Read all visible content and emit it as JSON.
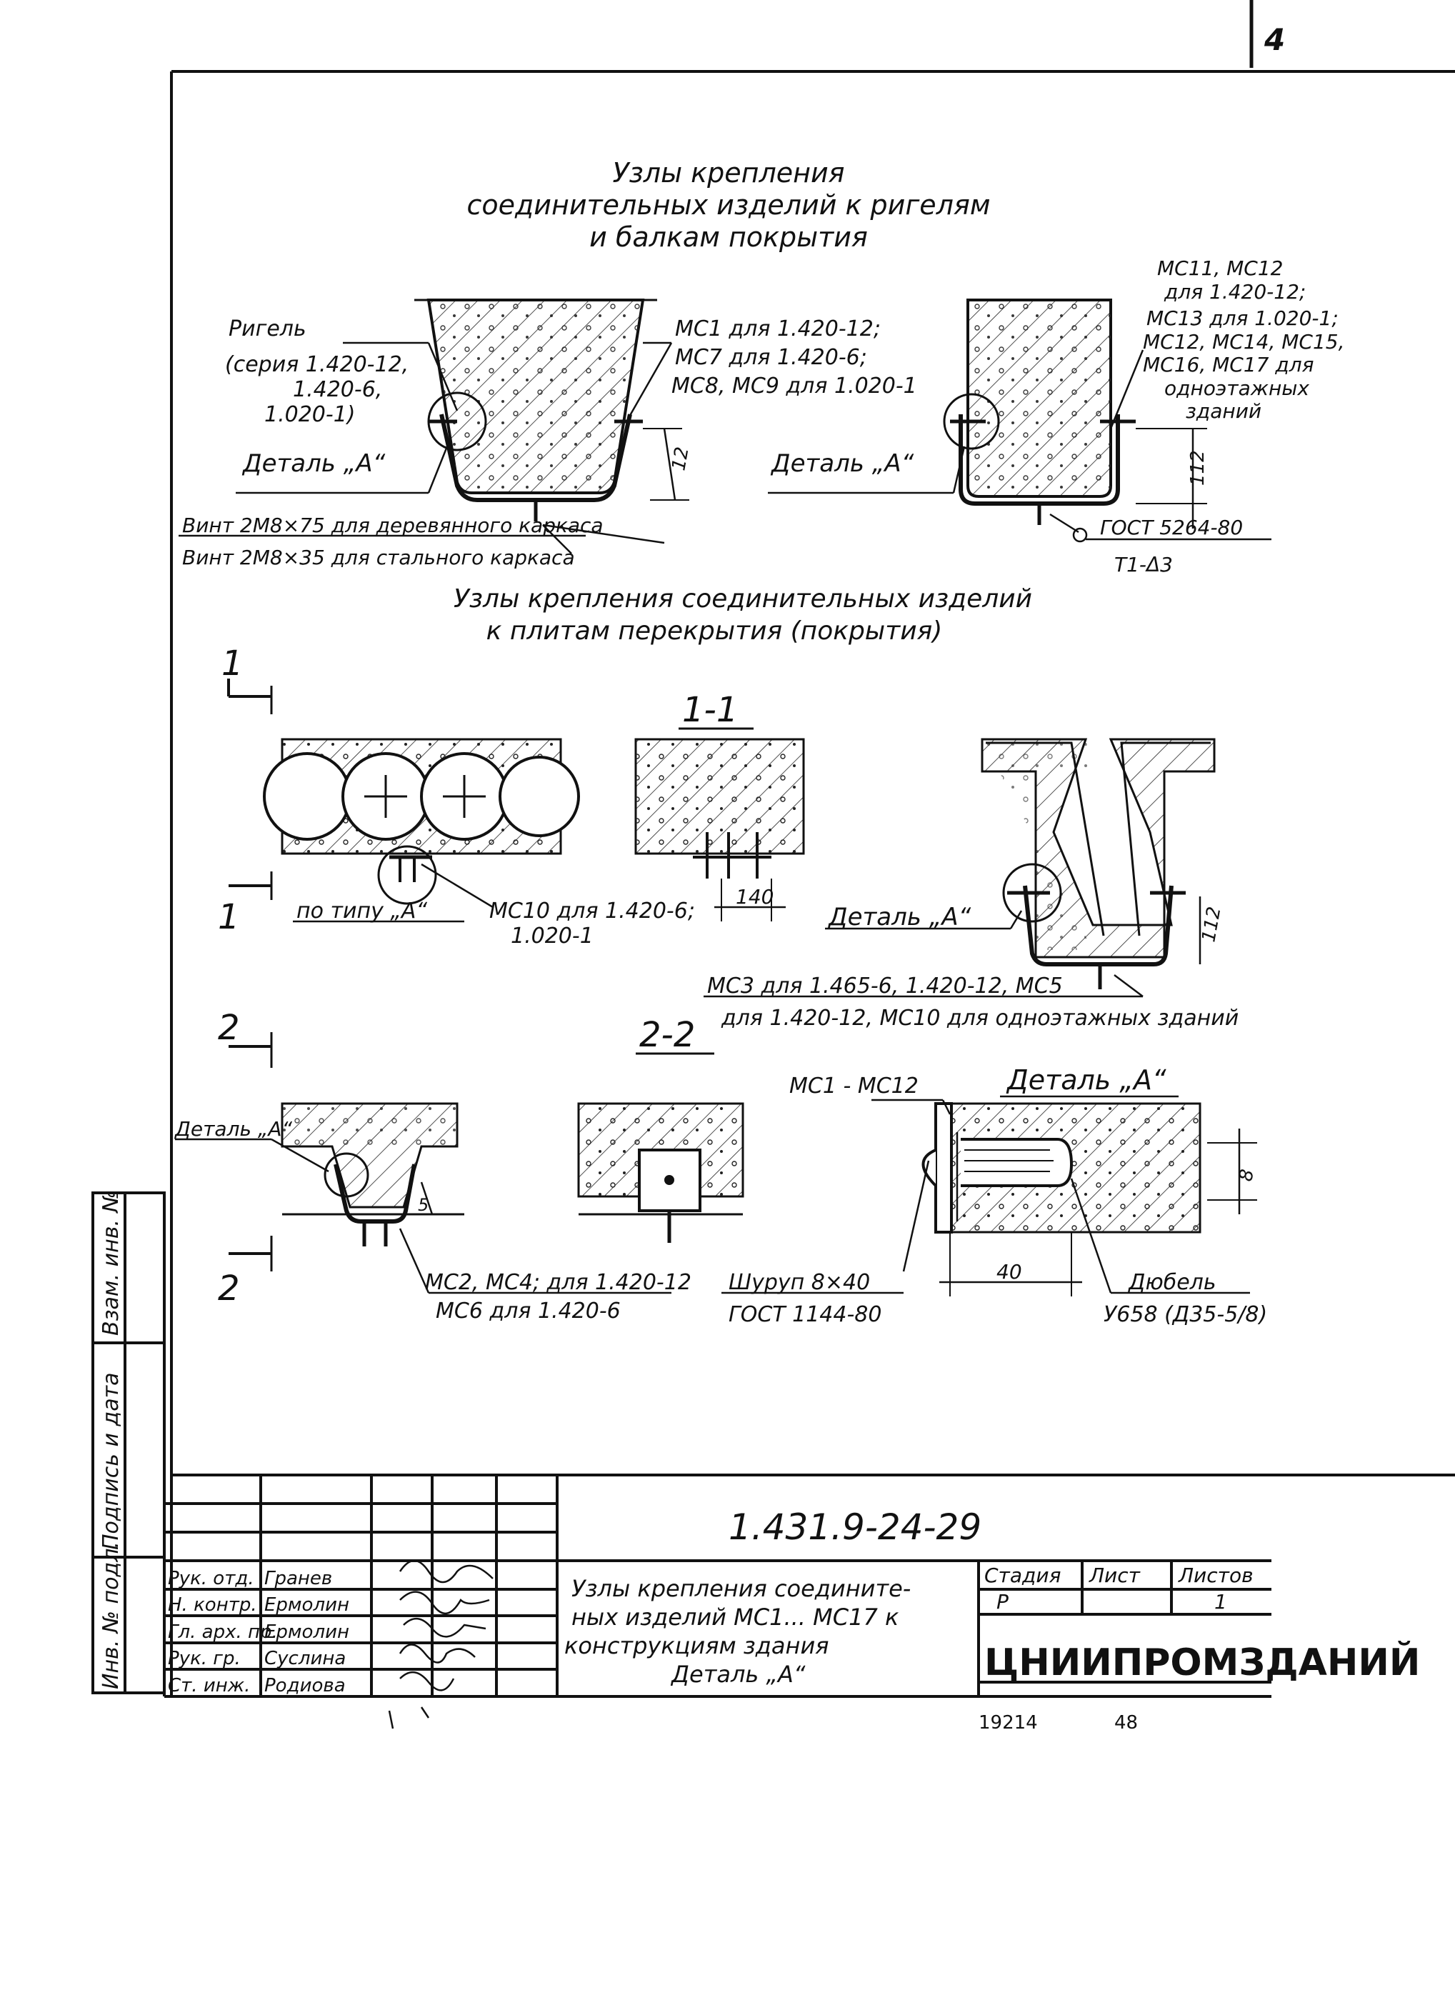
{
  "sheet": {
    "corner_text": "4",
    "title_part1": {
      "line1": "Узлы крепления",
      "line2": "соединительных изделий к ригелям",
      "line3": "и балкам покрытия"
    },
    "left_beam": {
      "label_rigel": "Ригель",
      "series1": "(серия 1.420-12,",
      "series2": "1.420-6,",
      "series3": "1.020-1)",
      "detail": "Деталь „А“",
      "mark1": "МС1 для 1.420-12;",
      "mark2": "МС7 для 1.420-6;",
      "mark3": "МС8, МС9 для 1.020-1",
      "dim": "12",
      "screw1": "Винт 2М8×75 для деревянного каркаса",
      "screw2": "Винт 2М8×35 для стального каркаса"
    },
    "right_beam": {
      "mark1": "МС11, МС12",
      "mark2": "для 1.420-12;",
      "mark3": "МС13 для 1.020-1;",
      "mark4": "МС12, МС14, МС15,",
      "mark5": "МС16, МС17 для",
      "mark6": "одноэтажных",
      "mark7": "зданий",
      "detail": "Деталь „А“",
      "dim": "112",
      "gost1": "ГОСТ 5264-80",
      "gost2": "Т1-Δ3"
    },
    "title_part2": {
      "line1": "Узлы крепления соединительных изделий",
      "line2": "к плитам перекрытия (покрытия)"
    },
    "section_1": {
      "mark_top": "1",
      "mark_bottom": "1",
      "title": "1-1",
      "by_type": "по типу „А“",
      "mark1": "МС10 для 1.420-6;",
      "mark2": "1.020-1",
      "dim": "140",
      "detail": "Деталь „А“",
      "dim_right": "112",
      "mark3": "МС3 для 1.465-6, 1.420-12, МС5",
      "mark4": "для 1.420-12, МС10 для одноэтажных зданий"
    },
    "section_2": {
      "mark_top": "2",
      "mark_bottom": "2",
      "title": "2-2",
      "detail_left": "Деталь „А“",
      "dim": "5",
      "mark1": "МС2, МС4; для 1.420-12",
      "mark2": "МС6 для 1.420-6",
      "range": "МС1 - МС12",
      "detail_title": "Деталь „А“",
      "dim_right": "8",
      "screw1": "Шуруп 8×40",
      "screw2": "ГОСТ 1144-80",
      "dim_bottom": "40",
      "dowel1": "Дюбель",
      "dowel2": "У658 (Д35-5/8)"
    },
    "side_stamp": {
      "field1": "Взам. инв. №",
      "field2": "Подпись и дата",
      "field3": "Инв. № подл."
    },
    "title_block": {
      "code": "1.431.9-24-29",
      "rows": [
        {
          "role": "Рук. отд.",
          "name": "Гранев"
        },
        {
          "role": "Н. контр.",
          "name": "Ермолин"
        },
        {
          "role": "Гл. арх. пр.",
          "name": "Ермолин"
        },
        {
          "role": "Рук. гр.",
          "name": "Суслина"
        },
        {
          "role": "Ст. инж.",
          "name": "Родиова"
        }
      ],
      "description1": "Узлы крепления соедините-",
      "description2": "ных изделий МС1... МС17 к",
      "description3": "конструкциям здания",
      "description4": "Деталь „А“",
      "stage_label": "Стадия",
      "sheet_label": "Лист",
      "sheets_label": "Листов",
      "stage_value": "Р",
      "sheets_value": "1",
      "organization": "ЦНИИПРОМЗДАНИЙ",
      "archive_no": "19214",
      "archive_sheet": "48"
    }
  }
}
